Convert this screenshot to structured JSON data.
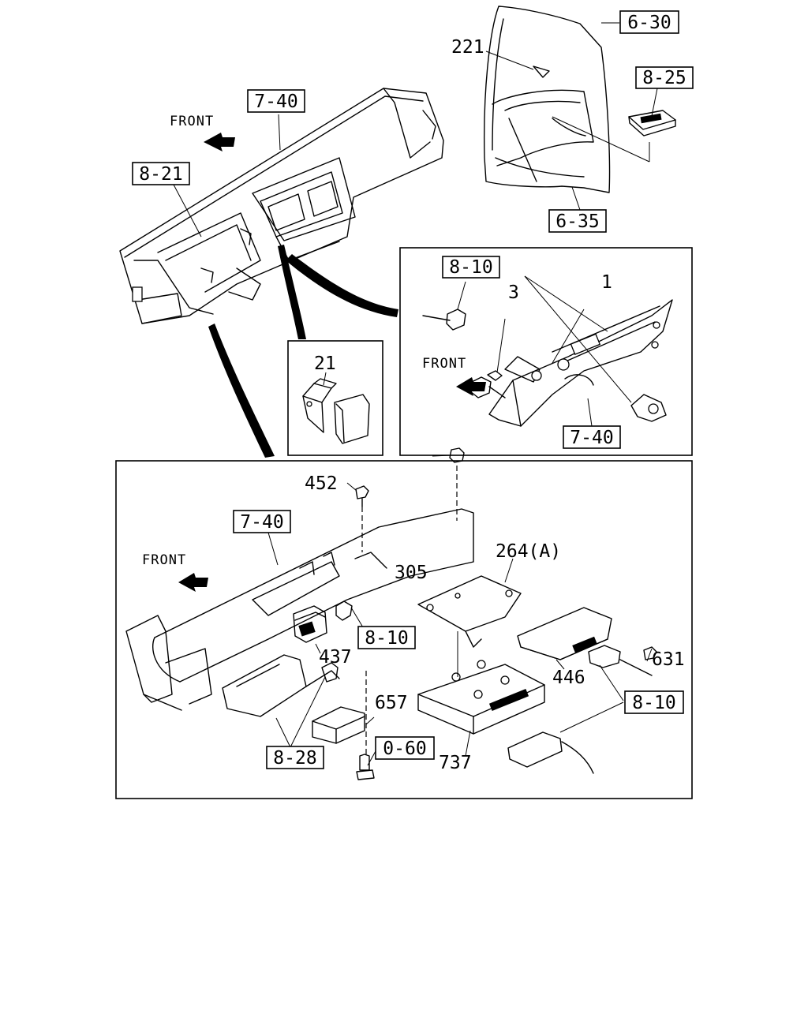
{
  "front_labels": [
    "FRONT",
    "FRONT",
    "FRONT"
  ],
  "ref_boxes": {
    "r630": "6-30",
    "r825": "8-25",
    "r635": "6-35",
    "r740_top": "7-40",
    "r821": "8-21",
    "r810_mid": "8-10",
    "r740_mid": "7-40",
    "r740_bot": "7-40",
    "r810_bot_a": "8-10",
    "r810_bot_b": "8-10",
    "r828": "8-28",
    "r060": "0-60"
  },
  "part_numbers": {
    "p221": "221",
    "p3": "3",
    "p1": "1",
    "p21": "21",
    "p452": "452",
    "p305": "305",
    "p264": "264(A)",
    "p437": "437",
    "p446": "446",
    "p631": "631",
    "p657": "657",
    "p737": "737"
  }
}
